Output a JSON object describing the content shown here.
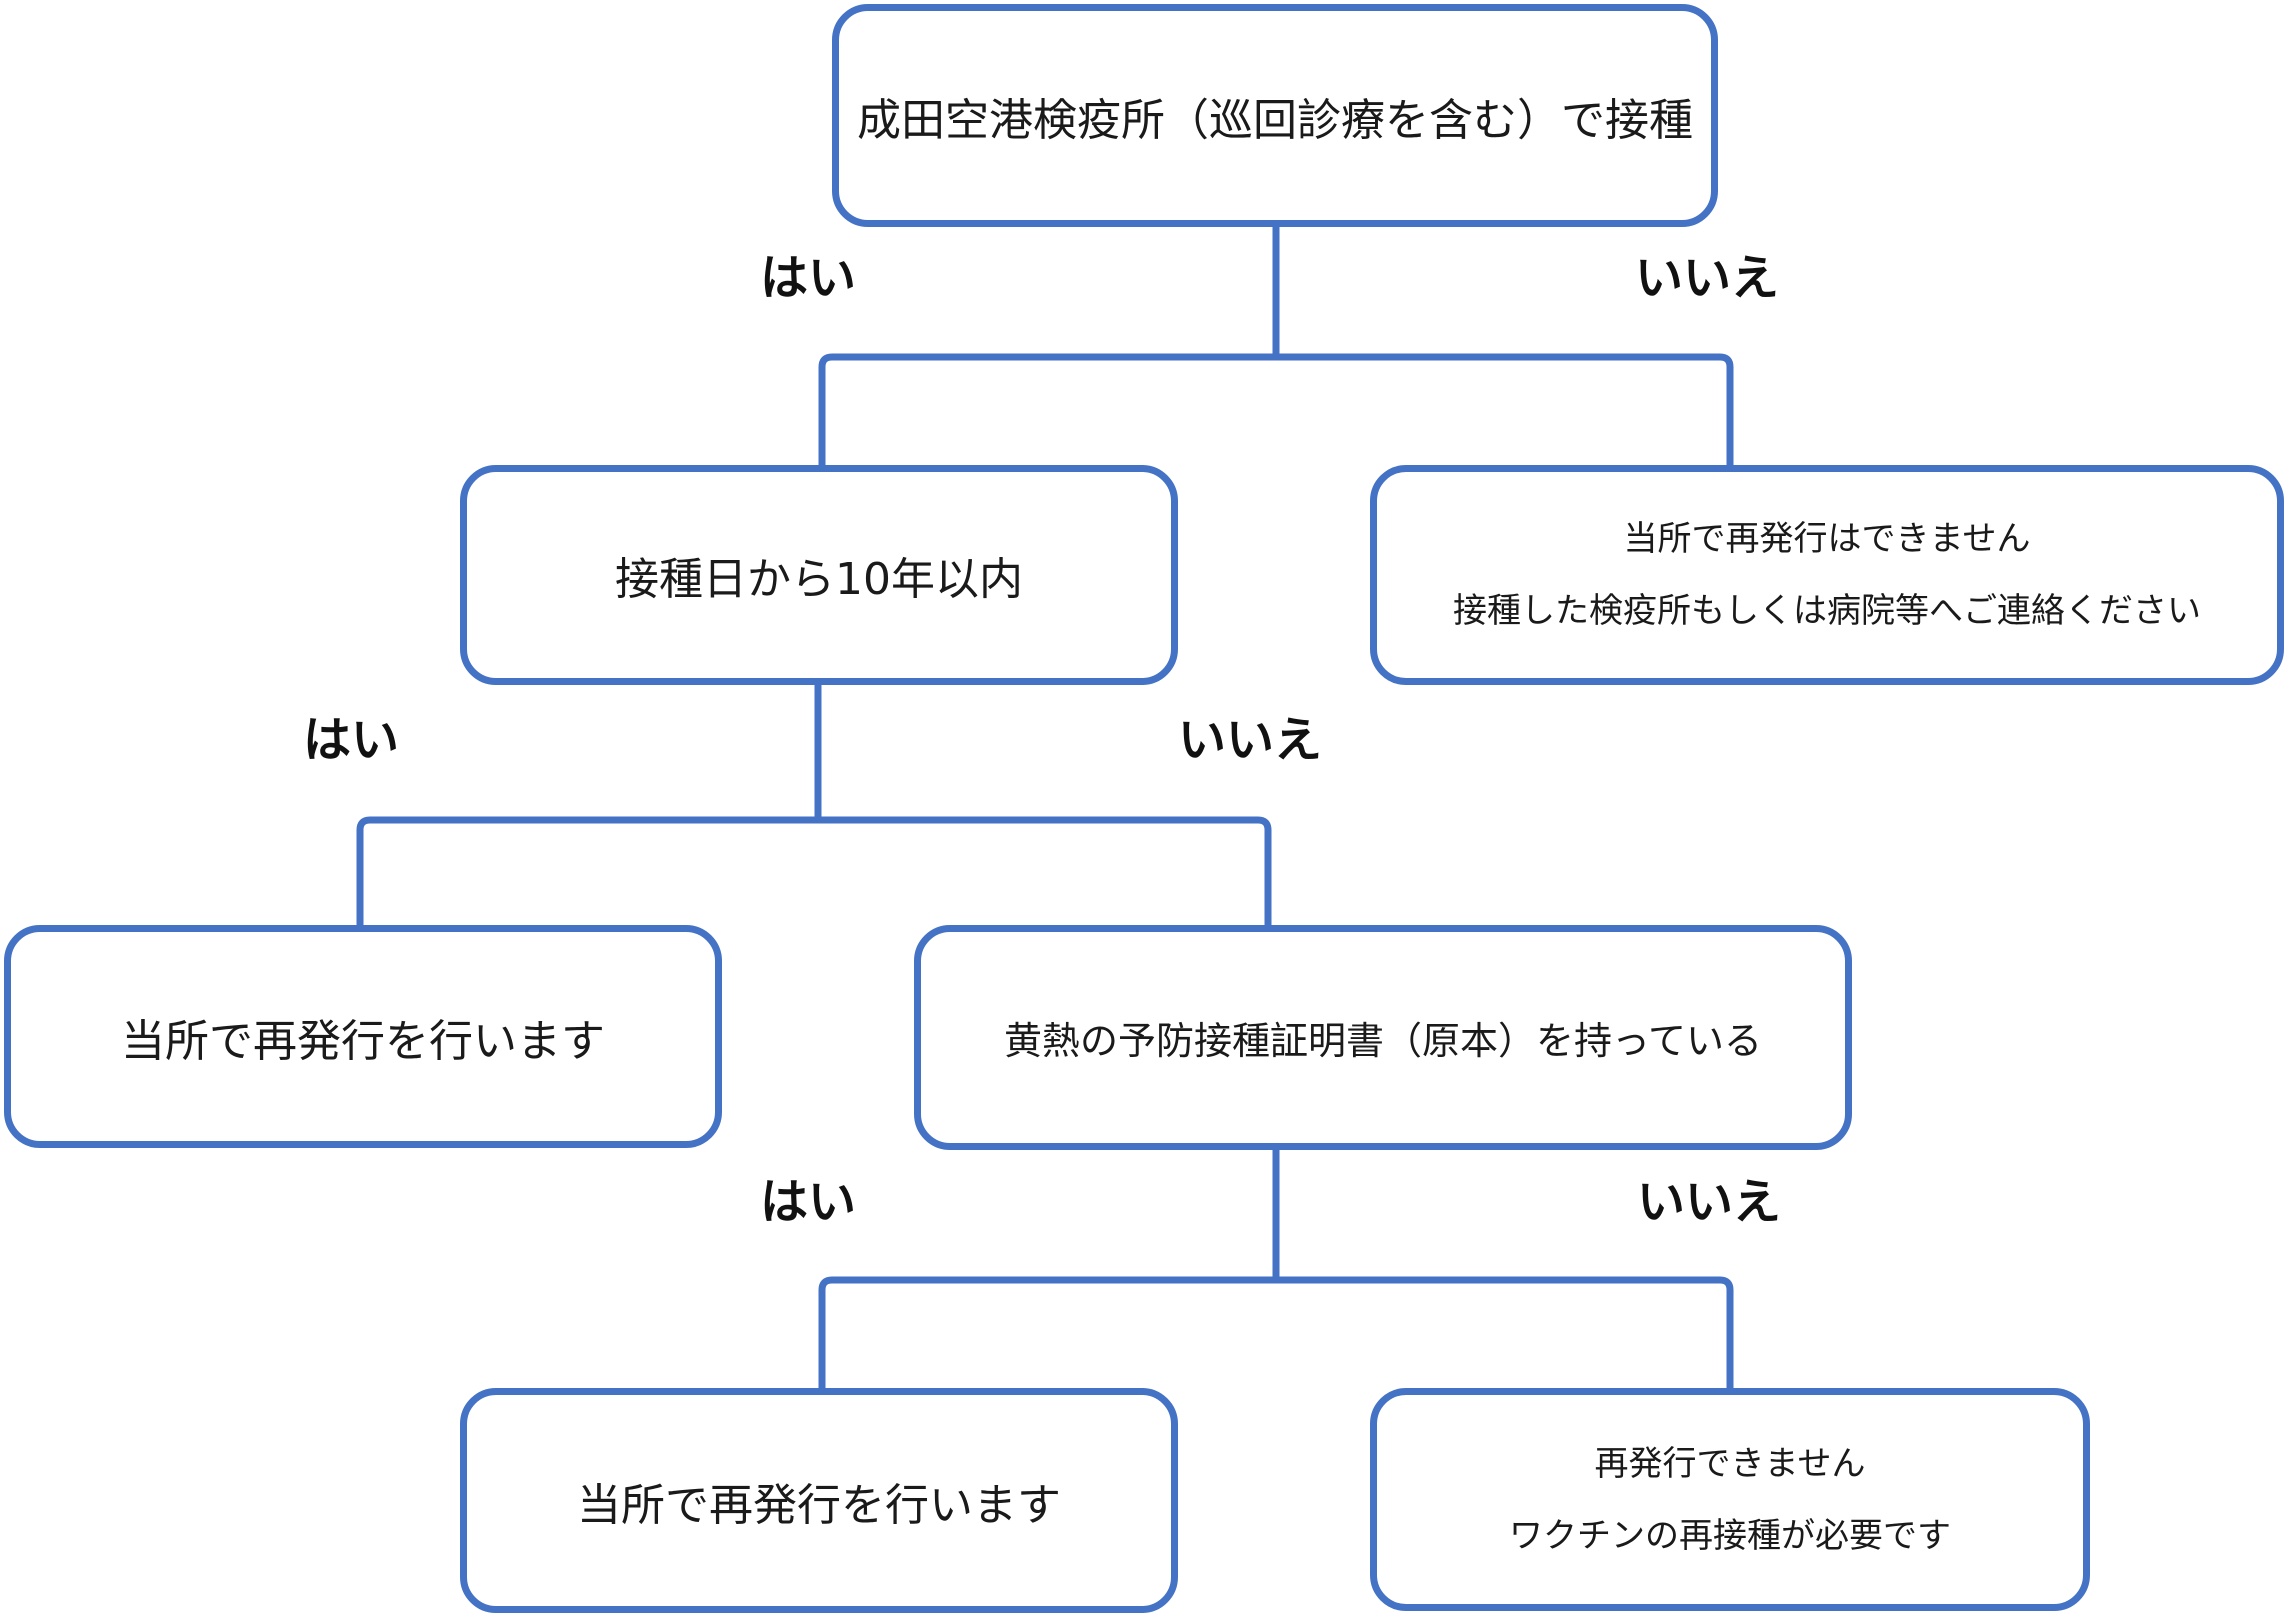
{
  "colors": {
    "border": "#4472c4",
    "line": "#4472c4",
    "text": "#1a1a1a",
    "label": "#111111"
  },
  "nodes": {
    "q1": {
      "text": "成田空港検疫所（巡回診療を含む）で接種"
    },
    "q2": {
      "text": "接種日から10年以内"
    },
    "r_no1": {
      "line1": "当所で再発行はできません",
      "line2": "接種した検疫所もしくは病院等へご連絡ください"
    },
    "r_yes1": {
      "text": "当所で再発行を行います"
    },
    "q3": {
      "text": "黄熱の予防接種証明書（原本）を持っている"
    },
    "r_yes2": {
      "text": "当所で再発行を行います"
    },
    "r_no2": {
      "line1": "再発行できません",
      "line2": "ワクチンの再接種が必要です"
    }
  },
  "labels": {
    "q1_yes": "はい",
    "q1_no": "いいえ",
    "q2_yes": "はい",
    "q2_no": "いいえ",
    "q3_yes": "はい",
    "q3_no": "いいえ"
  }
}
